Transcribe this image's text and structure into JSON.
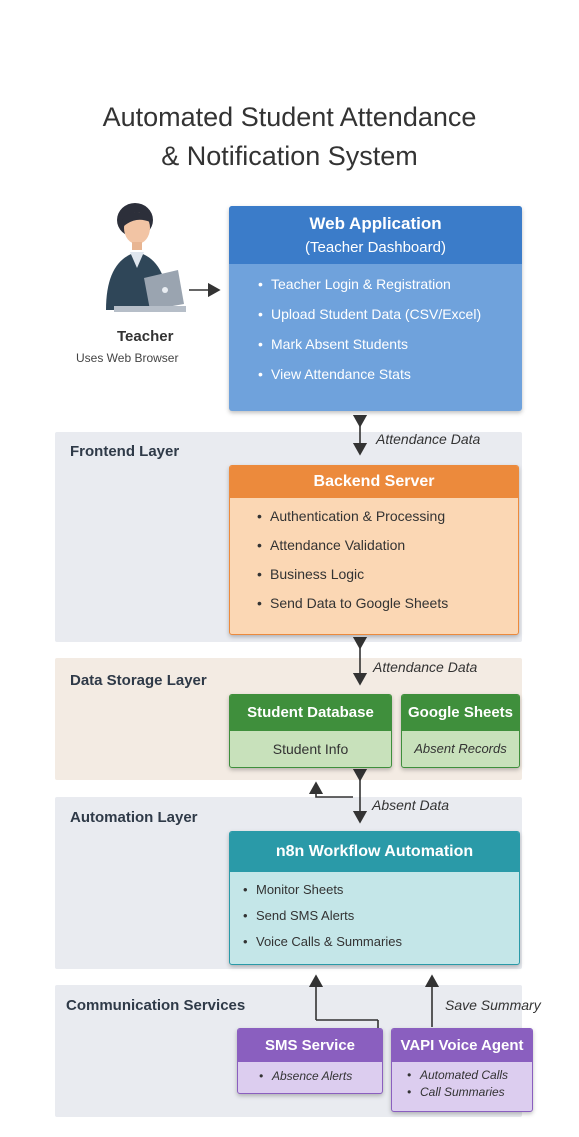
{
  "title": {
    "line1": "Automated Student Attendance",
    "line2": "& Notification System"
  },
  "teacher": {
    "label": "Teacher",
    "sublabel": "Uses Web Browser",
    "icon": "teacher-laptop-icon"
  },
  "web_app": {
    "title": "Web Application",
    "subtitle": "(Teacher Dashboard)",
    "items": [
      "Teacher Login & Registration",
      "Upload Student Data (CSV/Excel)",
      "Mark Absent Students",
      "View Attendance Stats"
    ],
    "header_color": "#3b7cc9",
    "body_color": "#6fa2dc"
  },
  "layers": {
    "frontend": "Frontend Layer",
    "data_storage": "Data Storage Layer",
    "automation": "Automation Layer",
    "communication": "Communication Services"
  },
  "backend": {
    "title": "Backend Server",
    "items": [
      "Authentication & Processing",
      "Attendance Validation",
      "Business Logic",
      "Send Data to Google Sheets"
    ],
    "header_color": "#ec8a3c",
    "body_color": "#fbd7b4"
  },
  "student_db": {
    "title": "Student Database",
    "body": "Student Info",
    "header_color": "#3f8f3c",
    "body_color": "#c8e1bb"
  },
  "google_sheets": {
    "title": "Google Sheets",
    "body": "Absent Records",
    "header_color": "#3f8f3c",
    "body_color": "#c8e1bb"
  },
  "n8n": {
    "title": "n8n Workflow Automation",
    "items": [
      "Monitor Sheets",
      "Send SMS Alerts",
      "Voice Calls & Summaries"
    ],
    "header_color": "#2a9aa8",
    "body_color": "#c4e6e8"
  },
  "sms": {
    "title": "SMS Service",
    "items": [
      "Absence Alerts"
    ],
    "header_color": "#8a5fbf",
    "body_color": "#dccdef"
  },
  "vapi": {
    "title": "VAPI Voice Agent",
    "items": [
      "Automated Calls",
      "Call Summaries"
    ],
    "header_color": "#8a5fbf",
    "body_color": "#dccdef"
  },
  "arrows": {
    "a1": "Attendance Data",
    "a2": "Attendance Data",
    "a3": "Absent Data",
    "a4": "Save Summary"
  }
}
